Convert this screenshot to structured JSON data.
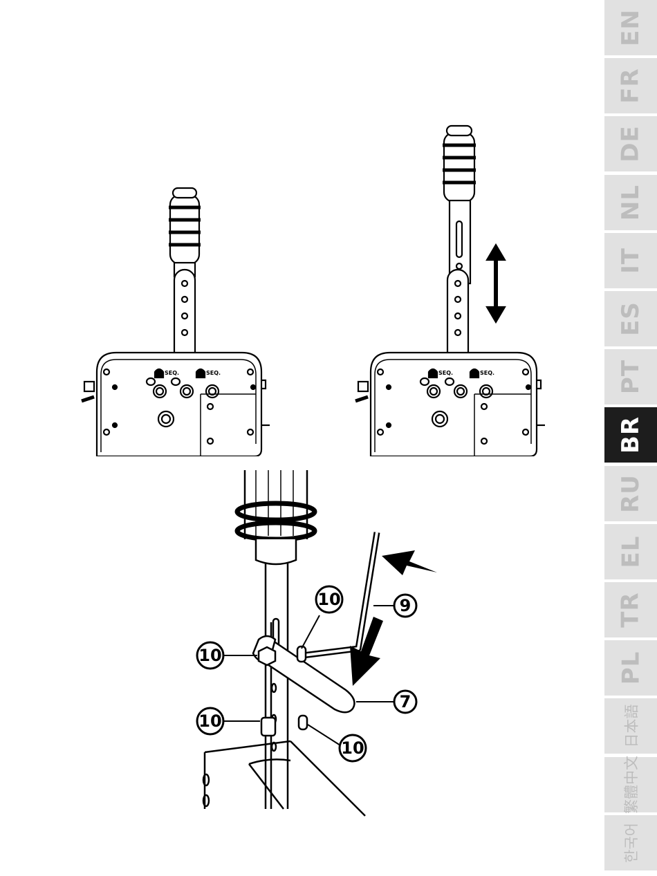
{
  "languages": [
    {
      "code": "EN",
      "active": false,
      "cjk": false
    },
    {
      "code": "FR",
      "active": false,
      "cjk": false
    },
    {
      "code": "DE",
      "active": false,
      "cjk": false
    },
    {
      "code": "NL",
      "active": false,
      "cjk": false
    },
    {
      "code": "IT",
      "active": false,
      "cjk": false
    },
    {
      "code": "ES",
      "active": false,
      "cjk": false
    },
    {
      "code": "PT",
      "active": false,
      "cjk": false
    },
    {
      "code": "BR",
      "active": true,
      "cjk": false
    },
    {
      "code": "RU",
      "active": false,
      "cjk": false
    },
    {
      "code": "EL",
      "active": false,
      "cjk": false
    },
    {
      "code": "TR",
      "active": false,
      "cjk": false
    },
    {
      "code": "PL",
      "active": false,
      "cjk": false
    },
    {
      "code": "日本語",
      "active": false,
      "cjk": true
    },
    {
      "code": "繁體中文",
      "active": false,
      "cjk": true
    },
    {
      "code": "한국어",
      "active": false,
      "cjk": true
    }
  ],
  "device_labels": {
    "seq_label": "SEQ."
  },
  "callouts": {
    "hex_key": "9",
    "wrench": "7",
    "screw_top": "10",
    "nut_left": "10",
    "nut_lower_left": "10",
    "screw_lower_right": "10"
  },
  "colors": {
    "tab_inactive": "#e1e1e1",
    "tab_active": "#1d1d1d",
    "tab_text_inactive": "#bdbdbd",
    "tab_text_active": "#ffffff",
    "line": "#000000"
  }
}
